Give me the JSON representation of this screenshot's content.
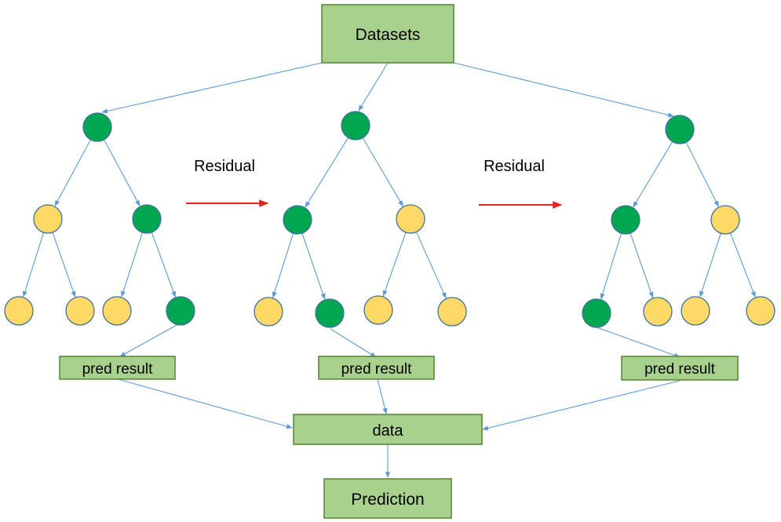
{
  "colors": {
    "box_fill": "#a9d18e",
    "box_stroke": "#548235",
    "node_green": "#00a650",
    "node_yellow": "#ffd966",
    "node_stroke": "#41719c",
    "edge": "#5b9bd5",
    "residual_arrow": "#e8231f"
  },
  "boxes": {
    "datasets": "Datasets",
    "pred_result_1": "pred result",
    "pred_result_2": "pred result",
    "pred_result_3": "pred result",
    "data": "data",
    "prediction": "Prediction"
  },
  "residual_labels": [
    "Residual",
    "Residual"
  ],
  "trees": [
    {
      "nodes": [
        "green",
        "yellow",
        "green",
        "yellow",
        "yellow",
        "yellow",
        "green"
      ],
      "result_leaf": "green"
    },
    {
      "nodes": [
        "green",
        "green",
        "yellow",
        "yellow",
        "green",
        "yellow",
        "yellow"
      ],
      "result_leaf": "green"
    },
    {
      "nodes": [
        "green",
        "green",
        "yellow",
        "green",
        "yellow",
        "yellow",
        "yellow"
      ],
      "result_leaf": "green"
    }
  ]
}
